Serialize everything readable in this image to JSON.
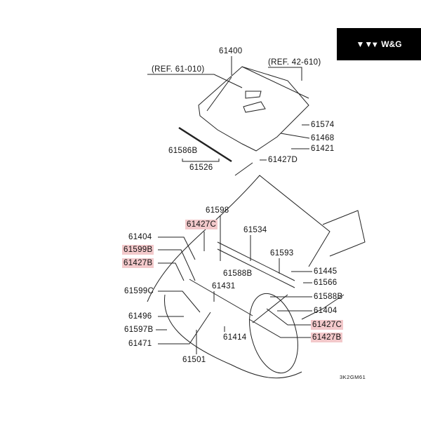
{
  "logo": {
    "text": "W&G",
    "mark": "▼▼▾"
  },
  "hood_group": {
    "part_hood": "61400",
    "ref_left": "(REF. 61-010)",
    "ref_right": "(REF. 42-610)",
    "parts": [
      "61574",
      "61468",
      "61421",
      "61586B",
      "61526",
      "61427D"
    ]
  },
  "latch_group": {
    "parts": [
      {
        "label": "61598",
        "highlight": false
      },
      {
        "label": "61427C",
        "highlight": true
      },
      {
        "label": "61534",
        "highlight": false
      },
      {
        "label": "61404",
        "highlight": false
      },
      {
        "label": "61599B",
        "highlight": true
      },
      {
        "label": "61593",
        "highlight": false
      },
      {
        "label": "61427B",
        "highlight": true
      },
      {
        "label": "61588B",
        "highlight": false
      },
      {
        "label": "61445",
        "highlight": false
      },
      {
        "label": "61566",
        "highlight": false
      },
      {
        "label": "61431",
        "highlight": false
      },
      {
        "label": "61599C",
        "highlight": false
      },
      {
        "label": "61588B",
        "highlight": false
      },
      {
        "label": "61404",
        "highlight": false
      },
      {
        "label": "61496",
        "highlight": false
      },
      {
        "label": "61427C",
        "highlight": true
      },
      {
        "label": "61597B",
        "highlight": false
      },
      {
        "label": "61414",
        "highlight": false
      },
      {
        "label": "61427B",
        "highlight": true
      },
      {
        "label": "61471",
        "highlight": false
      },
      {
        "label": "61501",
        "highlight": false
      }
    ]
  },
  "diagram_code": "3K2GM61",
  "highlight_color": "#f3c9cb"
}
